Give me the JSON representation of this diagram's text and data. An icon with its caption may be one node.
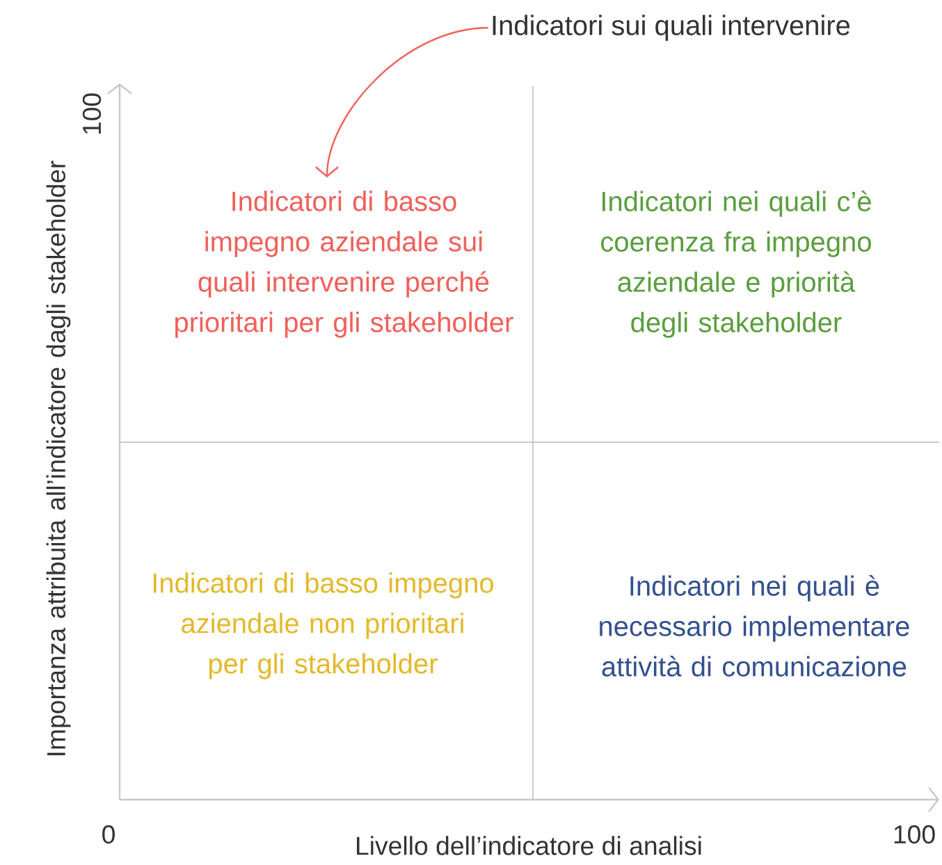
{
  "diagram": {
    "nodes": [
      {
        "text": [
          "Indicatori sui quali intervenire"
        ]
      },
      {
        "text": [
          "Indicatori di basso impegno aziendale sui quali intervenire perché  prioritari per gli stakeholder"
        ]
      },
      {
        "text": [
          "Indicatori nei quali c’è coerenza fra impegno aziendale e priorità degli stakeholder"
        ]
      },
      {
        "text": [
          "Indicatori di basso impegno aziendale non prioritari per gli stakeholder"
        ]
      },
      {
        "text": [
          "Indicatori nei quali è necessario implementare attività di comunicazione"
        ]
      }
    ],
    "edges": [
      {
        "from": 0,
        "to": 1,
        "arrow": "to",
        "color": "#f0605a"
      }
    ],
    "labels": [
      "100",
      "Importanza  attribuita all’indicatore dagli stakeholder",
      "0",
      "Livello dell’indicatore di analisi",
      "100"
    ]
  }
}
